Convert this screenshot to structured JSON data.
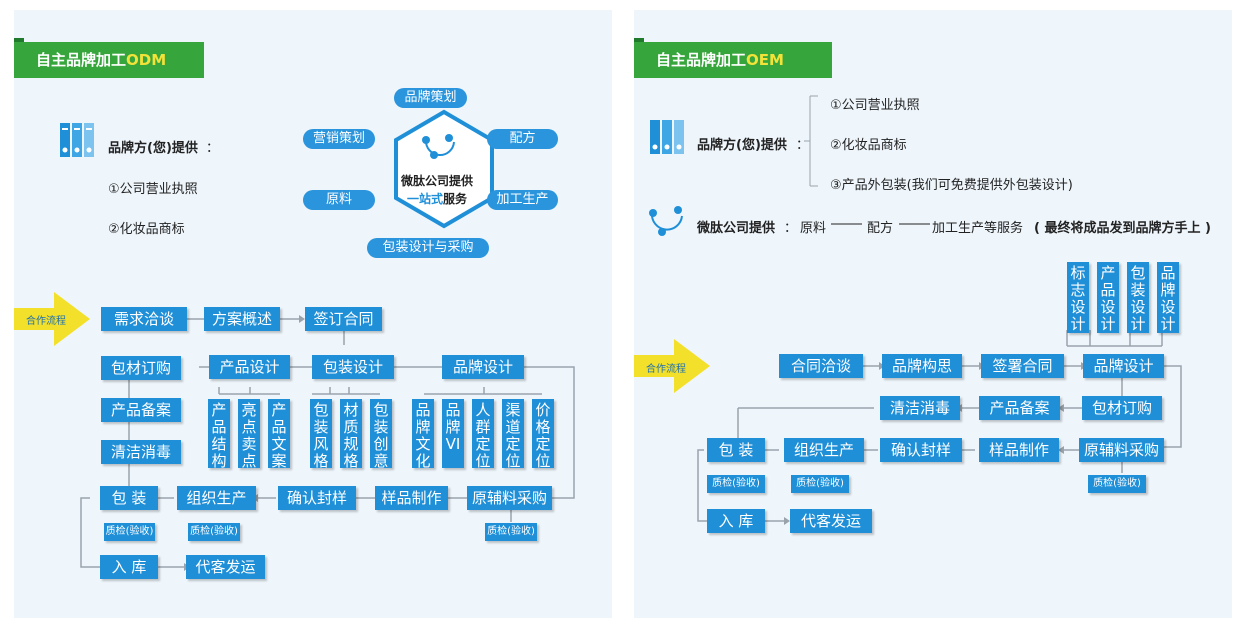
{
  "left": {
    "title_main": "自主品牌加工",
    "title_accent": "ODM",
    "provider_label": "品牌方(您)提供",
    "colon": "：",
    "provide_items": [
      "①公司营业执照",
      "②化妆品商标"
    ],
    "center_line1": "微肽公司提供",
    "center_accent": "一站式",
    "center_rest": "服务",
    "ring": [
      "品牌策划",
      "营销策划",
      "配方",
      "原料",
      "加工生产",
      "包装设计与采购"
    ],
    "flow_label": "合作流程",
    "flow": {
      "r1": [
        "需求洽谈",
        "方案概述",
        "签订合同"
      ],
      "design": [
        "产品设计",
        "包装设计",
        "品牌设计"
      ],
      "left_col": [
        "包材订购",
        "产品备案",
        "清洁消毒"
      ],
      "v_product": [
        "产品结构",
        "亮点卖点",
        "产品文案"
      ],
      "v_package": [
        "包装风格",
        "材质规格",
        "包装创意"
      ],
      "v_brand": [
        "品牌文化",
        "品牌VI",
        "人群定位",
        "渠道定位",
        "价格定位"
      ],
      "bottom": [
        "包 装",
        "组织生产",
        "确认封样",
        "样品制作",
        "原辅料采购"
      ],
      "qc": "质检(验收)",
      "end": [
        "入 库",
        "代客发运"
      ]
    }
  },
  "right": {
    "title_main": "自主品牌加工",
    "title_accent": "OEM",
    "provider_label": "品牌方(您)提供",
    "colon": "：",
    "provide_items": [
      "①公司营业执照",
      "②化妆品商标",
      "③产品外包装(我们可免费提供外包装设计)"
    ],
    "wt_label": "微肽公司提供",
    "wt_colon": "：",
    "wt_items": [
      "原料",
      "配方",
      "加工生产等服务"
    ],
    "wt_note": "( 最终将成品发到品牌方手上 )",
    "flow_label": "合作流程",
    "flow": {
      "v_top": [
        "标志设计",
        "产品设计",
        "包装设计",
        "品牌设计"
      ],
      "r1": [
        "合同洽谈",
        "品牌构思",
        "签署合同",
        "品牌设计"
      ],
      "r2": [
        "清洁消毒",
        "产品备案",
        "包材订购"
      ],
      "r3": [
        "包 装",
        "组织生产",
        "确认封样",
        "样品制作",
        "原辅料采购"
      ],
      "qc": "质检(验收)",
      "end": [
        "入 库",
        "代客发运"
      ]
    }
  },
  "colors": {
    "blue": "#1f8fd8",
    "green": "#36a53b",
    "accent": "#f2e23a",
    "arrow": "#f2e02a"
  }
}
